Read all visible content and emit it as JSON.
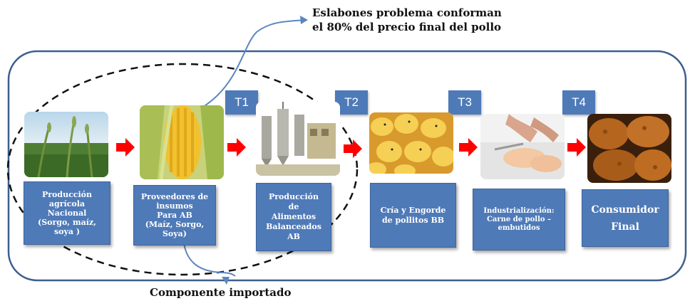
{
  "annotations": {
    "top": "Eslabones problema conforman\nel 80%  del precio final del pollo",
    "bottom": "Componente importado"
  },
  "tabs": [
    "T1",
    "T2",
    "T3",
    "T4"
  ],
  "stages": [
    {
      "label": "Producción\nagrícola\nNacional\n(Sorgo, maíz,\nsoya )",
      "image": "crop-field-image"
    },
    {
      "label": "Proveedores de\ninsumos\nPara AB\n(Maíz, Sorgo,\nSoya)",
      "image": "corn-image"
    },
    {
      "label": "Producción\nde\nAlimentos\nBalanceados\nAB",
      "image": "feed-mill-image"
    },
    {
      "label": "Cría y Engorde\nde pollitos BB",
      "image": "chicks-image"
    },
    {
      "label": "Industrialización:\nCarne de pollo –\nembutidos",
      "image": "chicken-processing-image"
    },
    {
      "label": "Consumidor\nFinal",
      "image": "fried-chicken-image"
    }
  ],
  "colors": {
    "box": "#4f7ab8",
    "arrow": "#ff0000",
    "frame": "#3d5f8e",
    "callout": "#5b86bf"
  }
}
